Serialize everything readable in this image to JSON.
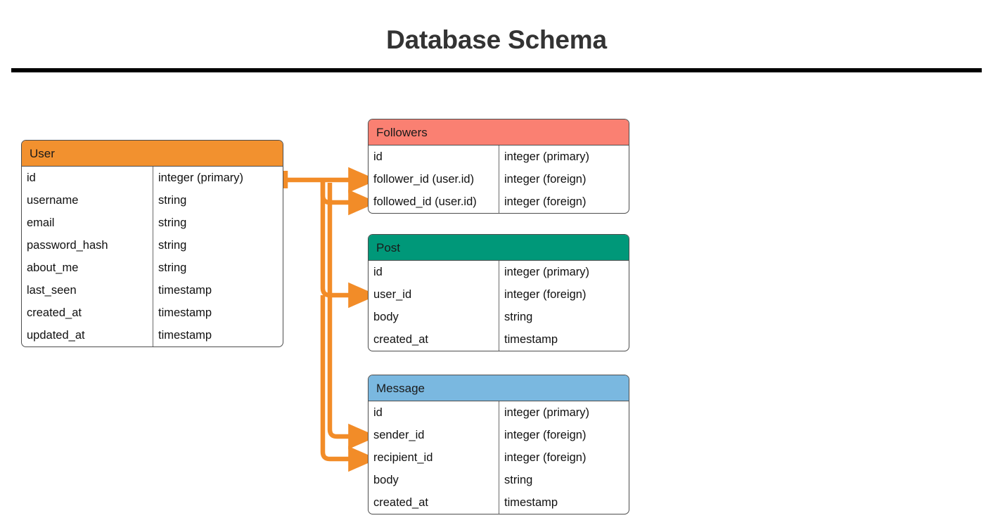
{
  "title": "Database Schema",
  "accent_colors": {
    "user_header": "#F2912F",
    "followers_header": "#FA8072",
    "post_header": "#009879",
    "message_header": "#7AB8E0",
    "connector": "#F28C28",
    "border": "#4d4d4d",
    "rule": "#000000"
  },
  "entities": [
    {
      "name": "User",
      "header_color": "#F2912F",
      "columns": [
        {
          "name": "id",
          "type": "integer (primary)"
        },
        {
          "name": "username",
          "type": "string"
        },
        {
          "name": "email",
          "type": "string"
        },
        {
          "name": "password_hash",
          "type": "string"
        },
        {
          "name": "about_me",
          "type": "string"
        },
        {
          "name": "last_seen",
          "type": "timestamp"
        },
        {
          "name": "created_at",
          "type": "timestamp"
        },
        {
          "name": "updated_at",
          "type": "timestamp"
        }
      ]
    },
    {
      "name": "Followers",
      "header_color": "#FA8072",
      "columns": [
        {
          "name": "id",
          "type": "integer (primary)"
        },
        {
          "name": "follower_id (user.id)",
          "type": "integer (foreign)"
        },
        {
          "name": "followed_id (user.id)",
          "type": "integer (foreign)"
        }
      ]
    },
    {
      "name": "Post",
      "header_color": "#009879",
      "columns": [
        {
          "name": "id",
          "type": "integer (primary)"
        },
        {
          "name": "user_id",
          "type": "integer (foreign)"
        },
        {
          "name": "body",
          "type": "string"
        },
        {
          "name": "created_at",
          "type": "timestamp"
        }
      ]
    },
    {
      "name": "Message",
      "header_color": "#7AB8E0",
      "columns": [
        {
          "name": "id",
          "type": "integer (primary)"
        },
        {
          "name": "sender_id",
          "type": "integer (foreign)"
        },
        {
          "name": "recipient_id",
          "type": "integer (foreign)"
        },
        {
          "name": "body",
          "type": "string"
        },
        {
          "name": "created_at",
          "type": "timestamp"
        }
      ]
    }
  ],
  "relationships": [
    {
      "from": "User.id",
      "to": "Followers.follower_id"
    },
    {
      "from": "User.id",
      "to": "Followers.followed_id"
    },
    {
      "from": "User.id",
      "to": "Post.user_id"
    },
    {
      "from": "User.id",
      "to": "Message.sender_id"
    },
    {
      "from": "User.id",
      "to": "Message.recipient_id"
    }
  ]
}
